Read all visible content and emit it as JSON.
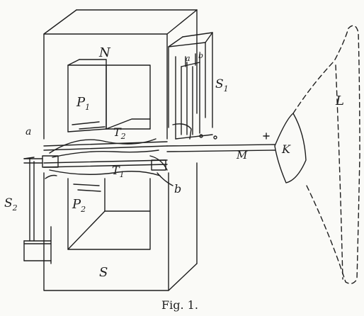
{
  "caption": "Fig. 1.",
  "labels": {
    "N": "N",
    "S": "S",
    "P1": "P",
    "P1_sub": "1",
    "P2": "P",
    "P2_sub": "2",
    "T1": "T",
    "T1_sub": "1",
    "T2": "T",
    "T2_sub": "2",
    "S1": "S",
    "S1_sub": "1",
    "S2": "S",
    "S2_sub": "2",
    "a": "a",
    "b": "b",
    "M": "M",
    "K": "K",
    "L": "L",
    "s1_a": "a",
    "s1_b": "b"
  },
  "colors": {
    "ink": "#1e1e1e",
    "paper": "#fafaf7"
  }
}
